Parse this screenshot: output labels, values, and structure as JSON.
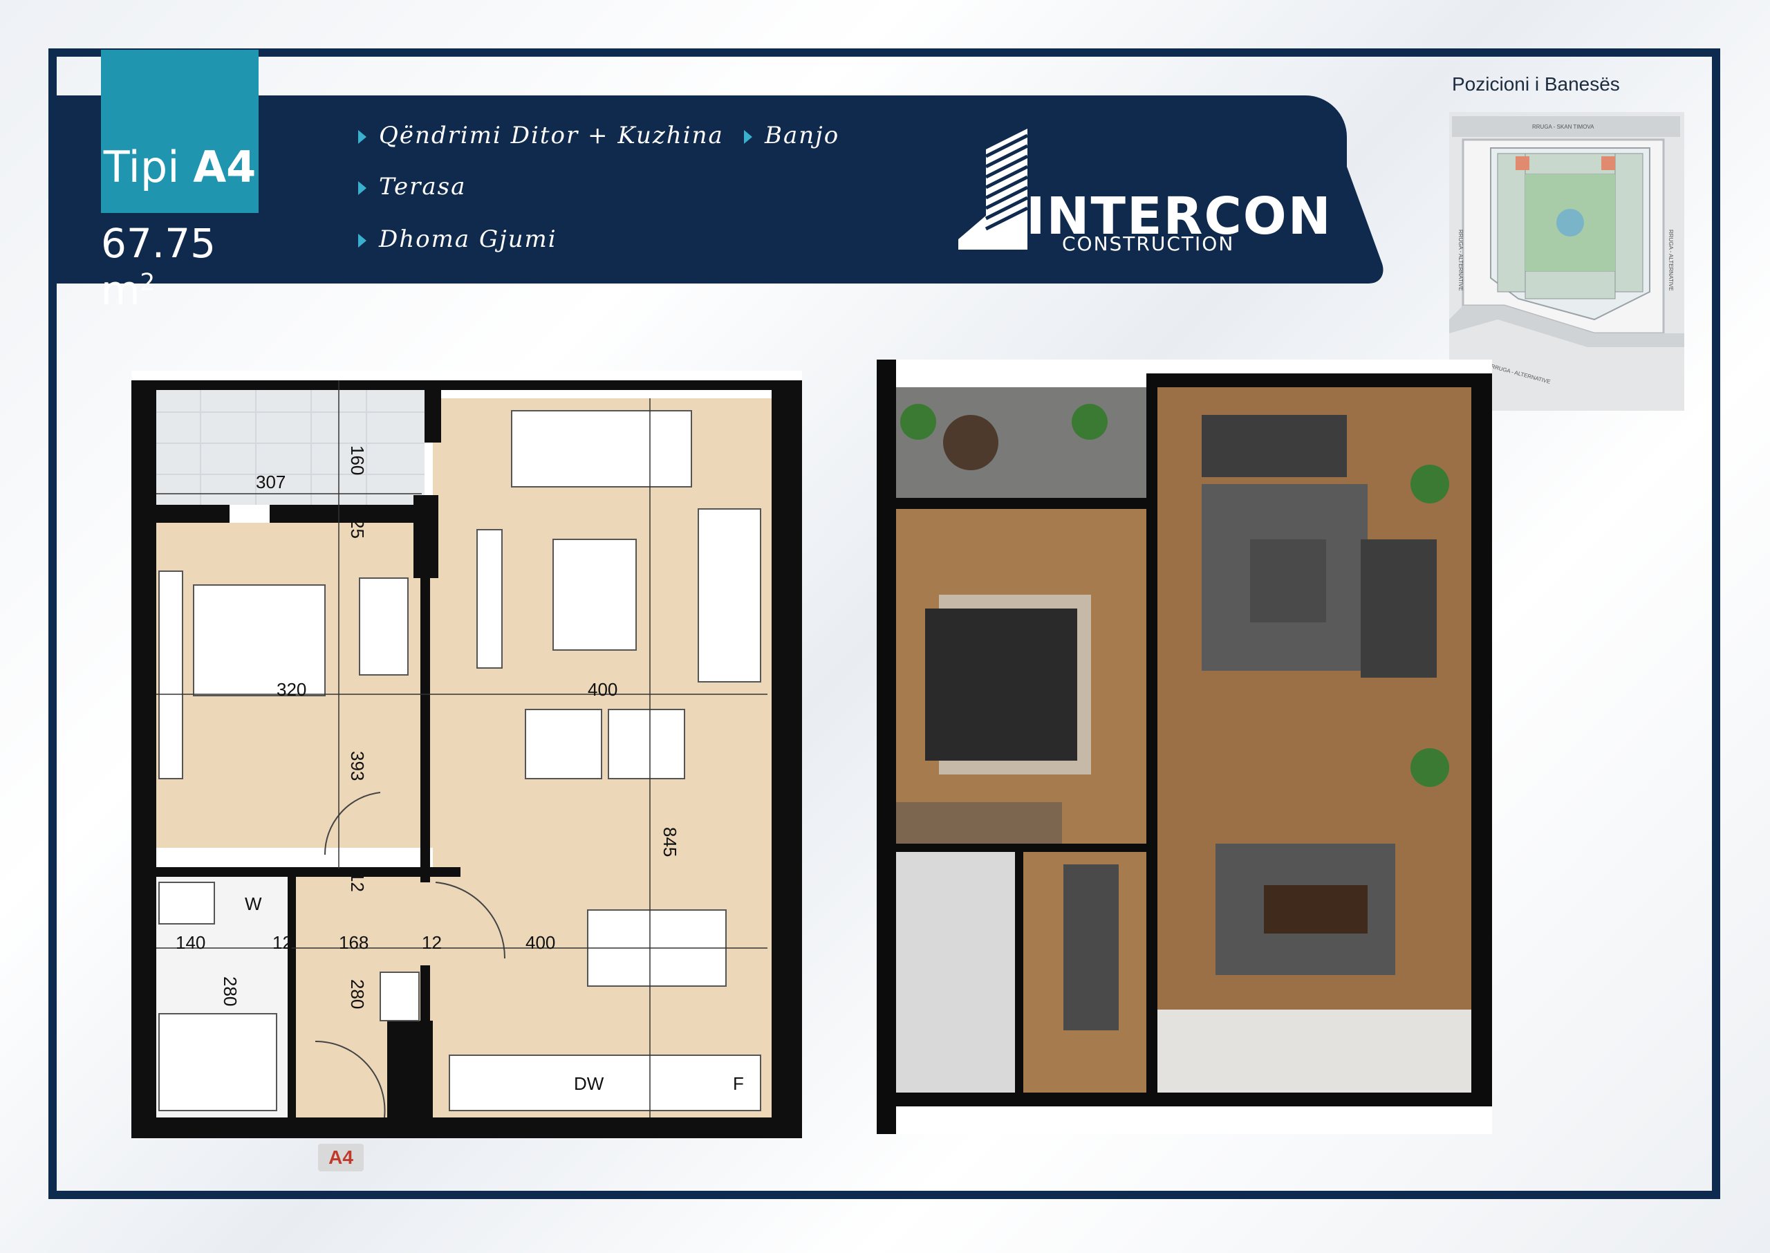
{
  "header": {
    "type_prefix": "Tipi",
    "type_code": "A4",
    "area_value": "67.75 m",
    "area_exp": "2"
  },
  "features": [
    "Qëndrimi Ditor + Kuzhina",
    "Terasa",
    "Dhoma Gjumi",
    "Banjo"
  ],
  "brand": {
    "name": "INTERCON",
    "sub": "CONSTRUCTION"
  },
  "position": {
    "title": "Pozicioni i Banesës",
    "road_top": "RRUGA - SKAN TIMOVA",
    "road_bottom": "RRUGA - ALTERNATIVE",
    "road_left": "RRUGA - ALTERNATIVE",
    "road_right": "RRUGA - ALTERNATIVE"
  },
  "plan": {
    "terrace_w": "307",
    "terrace_h": "160",
    "wall_25": "25",
    "bed_w": "320",
    "bed_h": "393",
    "living_w": "400",
    "total_h": "845",
    "wall_12a": "12",
    "bath_w": "140",
    "bath_h": "280",
    "wall_12b": "12",
    "hall_w": "168",
    "hall_h": "280",
    "wall_12c": "12",
    "kitchen_w": "400",
    "dw_label": "DW",
    "f_label": "F",
    "w_label": "W",
    "unit_label": "A4"
  },
  "colors": {
    "navy": "#0f2a4d",
    "teal": "#1f95b0",
    "floor": "#e8d3b4"
  }
}
